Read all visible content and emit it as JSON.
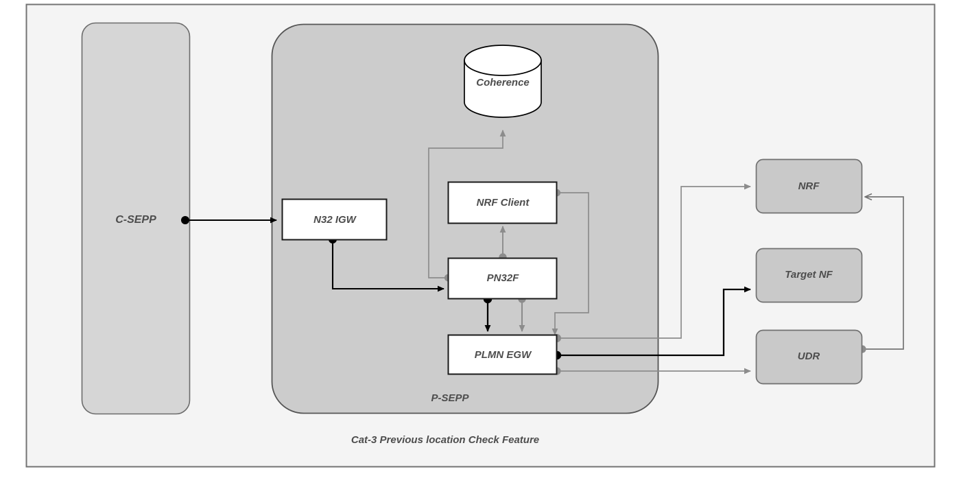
{
  "diagram": {
    "title": "Cat-3 Previous location Check Feature",
    "caption": "Cat-3 Previous location Check Feature",
    "colors": {
      "canvas": "#ffffff",
      "frame_fill": "#f4f4f4",
      "frame_stroke": "#737373",
      "csepp_fill": "#d6d6d6",
      "psepp_fill": "#cccccc",
      "container_stroke": "#6b6b6b",
      "node_fill": "#ffffff",
      "node_stroke": "#1a1a1a",
      "external_fill": "#c9c9c9",
      "external_stroke": "#707070",
      "label_text": "#4d4d4d",
      "flow_primary": "#000000",
      "flow_secondary": "#8c8c8c"
    },
    "containers": [
      {
        "id": "frame",
        "label": ""
      },
      {
        "id": "c-sepp",
        "label": "C-SEPP"
      },
      {
        "id": "p-sepp",
        "label": "P-SEPP"
      }
    ],
    "nodes": [
      {
        "id": "n32-igw",
        "label": "N32 IGW",
        "type": "process",
        "zone": "p-sepp"
      },
      {
        "id": "nrf-client",
        "label": "NRF Client",
        "type": "process",
        "zone": "p-sepp"
      },
      {
        "id": "pn32f",
        "label": "PN32F",
        "type": "process",
        "zone": "p-sepp"
      },
      {
        "id": "plmn-egw",
        "label": "PLMN EGW",
        "type": "process",
        "zone": "p-sepp"
      },
      {
        "id": "coherence",
        "label": "Coherence",
        "type": "database",
        "zone": "p-sepp"
      },
      {
        "id": "nrf",
        "label": "NRF",
        "type": "external",
        "zone": "outside"
      },
      {
        "id": "target-nf",
        "label": "Target NF",
        "type": "external",
        "zone": "outside"
      },
      {
        "id": "udr",
        "label": "UDR",
        "type": "external",
        "zone": "outside"
      }
    ],
    "edges": [
      {
        "id": "e1",
        "from": "c-sepp",
        "to": "n32-igw",
        "style": "primary"
      },
      {
        "id": "e2",
        "from": "n32-igw",
        "to": "pn32f",
        "style": "primary"
      },
      {
        "id": "e3",
        "from": "pn32f",
        "to": "coherence",
        "style": "secondary"
      },
      {
        "id": "e4",
        "from": "pn32f",
        "to": "nrf-client",
        "style": "secondary"
      },
      {
        "id": "e5",
        "from": "pn32f",
        "to": "plmn-egw",
        "style": "primary"
      },
      {
        "id": "e6",
        "from": "pn32f",
        "to": "plmn-egw",
        "style": "secondary"
      },
      {
        "id": "e7",
        "from": "nrf-client",
        "to": "plmn-egw",
        "style": "secondary"
      },
      {
        "id": "e8",
        "from": "plmn-egw",
        "to": "nrf",
        "style": "secondary"
      },
      {
        "id": "e9",
        "from": "plmn-egw",
        "to": "target-nf",
        "style": "primary"
      },
      {
        "id": "e10",
        "from": "plmn-egw",
        "to": "udr",
        "style": "secondary"
      },
      {
        "id": "e11",
        "from": "udr",
        "to": "nrf",
        "style": "secondary"
      }
    ]
  }
}
